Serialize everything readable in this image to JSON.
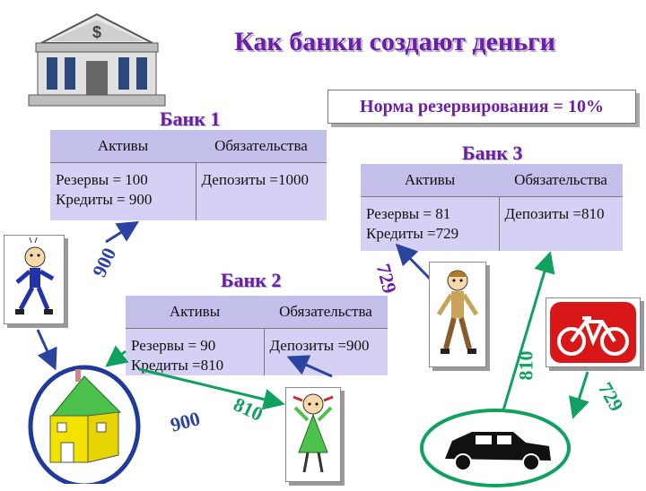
{
  "title": "Как банки создают деньги",
  "reserve_ratio": "Норма резервирования = 10%",
  "bank1": {
    "label": "Банк 1",
    "assets_header": "Активы",
    "liabilities_header": "Обязательства",
    "reserves": "Резервы = 100",
    "loans": "Кредиты = 900",
    "deposits": "Депозиты =1000"
  },
  "bank2": {
    "label": "Банк 2",
    "assets_header": "Активы",
    "liabilities_header": "Обязательства",
    "reserves": "Резервы = 90",
    "loans": "Кредиты =810",
    "deposits": "Депозиты =900"
  },
  "bank3": {
    "label": "Банк 3",
    "assets_header": "Активы",
    "liabilities_header": "Обязательства",
    "reserves": "Резервы = 81",
    "loans": "Кредиты =729",
    "deposits": "Депозиты =810"
  },
  "flows": {
    "f900_a": "900",
    "f729_a": "729",
    "f900_b": "900",
    "f810_a": "810",
    "f810_b": "810",
    "f729_b": "729"
  },
  "colors": {
    "title": "#6b1fa8",
    "table_header": "#c3c0ec",
    "table_body": "#d5d1f5",
    "arrow_blue": "#2a44a0",
    "arrow_green": "#10a060"
  },
  "icons": [
    "bank-building-icon",
    "boy-icon",
    "house-icon",
    "man-icon",
    "girl-icon",
    "bicycle-icon",
    "car-icon"
  ]
}
